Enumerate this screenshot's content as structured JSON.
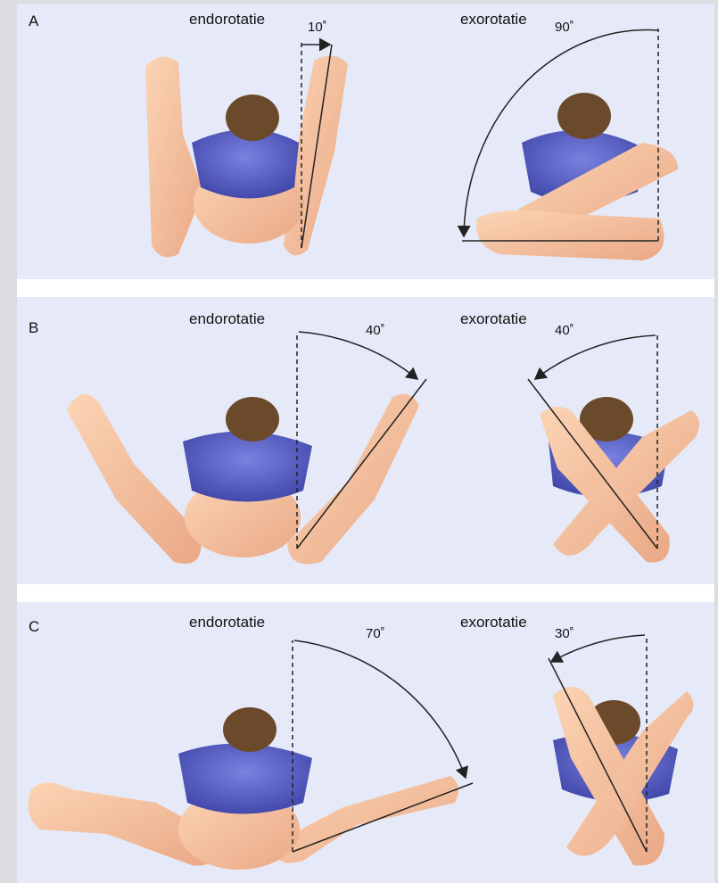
{
  "panels": [
    {
      "letter": "A",
      "endo_label": "endorotatie",
      "endo_angle": "10˚",
      "exo_label": "exorotatie",
      "exo_angle": "90˚"
    },
    {
      "letter": "B",
      "endo_label": "endorotatie",
      "endo_angle": "40˚",
      "exo_label": "exorotatie",
      "exo_angle": "40˚"
    },
    {
      "letter": "C",
      "endo_label": "endorotatie",
      "endo_angle": "70˚",
      "exo_label": "exorotatie",
      "exo_angle": "30˚"
    }
  ],
  "colors": {
    "skin": "#f7c6a3",
    "skin_shade": "#e8a987",
    "shirt": "#3d44a8",
    "shirt_light": "#6a72d6",
    "hair": "#6b4a2b",
    "panel_bg": "#e6eaf8"
  }
}
